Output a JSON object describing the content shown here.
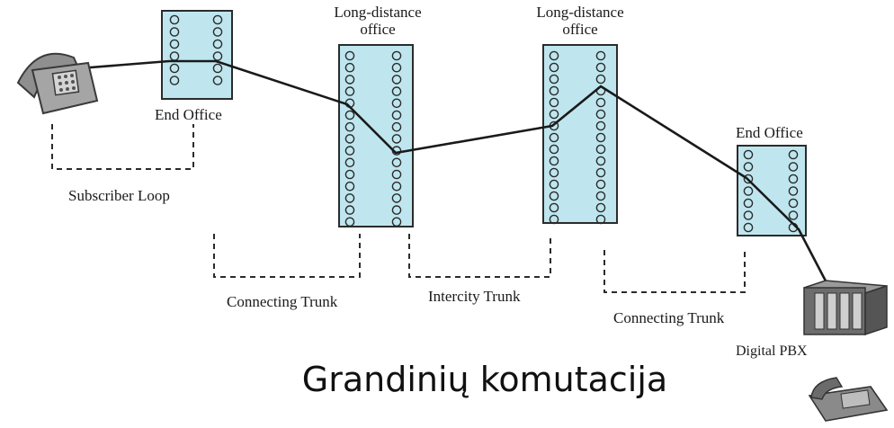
{
  "title": "Grandinių komutacija",
  "labels": {
    "end_office_left": "End Office",
    "long_distance_left_line1": "Long-distance",
    "long_distance_left_line2": "office",
    "long_distance_right_line1": "Long-distance",
    "long_distance_right_line2": "office",
    "end_office_right": "End Office",
    "subscriber_loop": "Subscriber Loop",
    "connecting_trunk_left": "Connecting Trunk",
    "intercity_trunk": "Intercity Trunk",
    "connecting_trunk_right": "Connecting Trunk",
    "digital_pbx": "Digital PBX"
  },
  "icons": [
    "telephone-icon",
    "pbx-cabinet-icon",
    "desk-telephone-icon"
  ],
  "colors": {
    "office_fill": "#bfe6ef",
    "office_border": "#2b2b2b",
    "line": "#1a1a1a"
  }
}
